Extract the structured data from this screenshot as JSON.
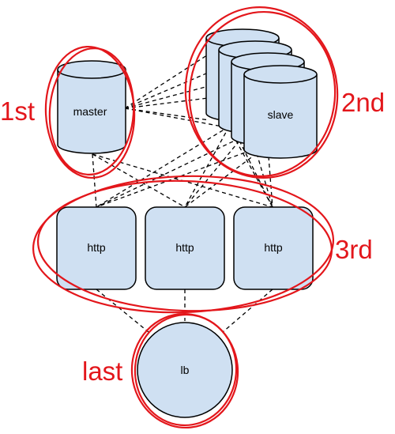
{
  "diagram": {
    "nodes": {
      "master": "master",
      "slave": "slave",
      "http_1": "http",
      "http_2": "http",
      "http_3": "http",
      "lb": "lb"
    },
    "annotations": {
      "first": "1st",
      "second": "2nd",
      "third": "3rd",
      "last": "last"
    }
  },
  "colors": {
    "node_fill": "#cfe0f2",
    "node_stroke": "#000000",
    "annotation": "#e3161b"
  }
}
